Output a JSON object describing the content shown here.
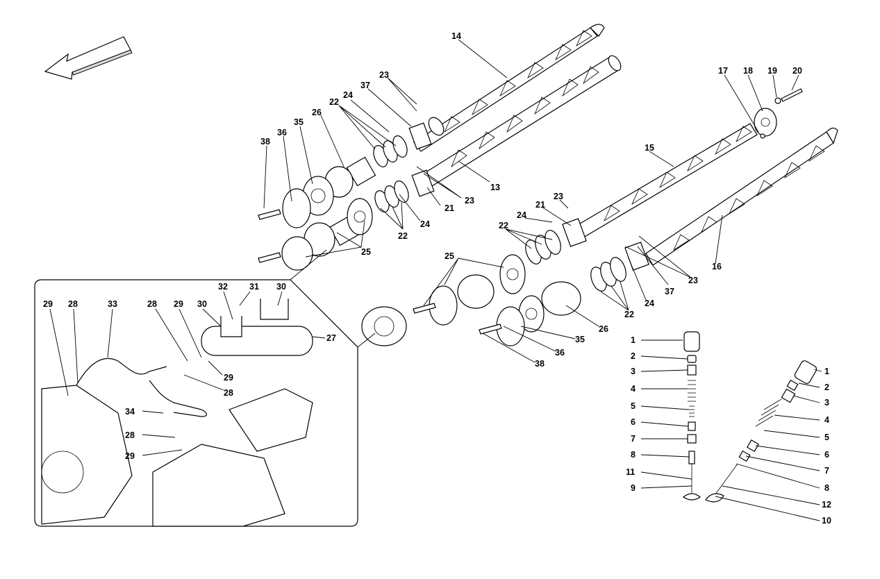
{
  "diagram": {
    "labels": [
      {
        "id": "l14",
        "text": "14"
      },
      {
        "id": "l23a",
        "text": "23"
      },
      {
        "id": "l37a",
        "text": "37"
      },
      {
        "id": "l24a",
        "text": "24"
      },
      {
        "id": "l22a",
        "text": "22"
      },
      {
        "id": "l26a",
        "text": "26"
      },
      {
        "id": "l35a",
        "text": "35"
      },
      {
        "id": "l36a",
        "text": "36"
      },
      {
        "id": "l38a",
        "text": "38"
      },
      {
        "id": "l13",
        "text": "13"
      },
      {
        "id": "l23b",
        "text": "23"
      },
      {
        "id": "l21a",
        "text": "21"
      },
      {
        "id": "l24b",
        "text": "24"
      },
      {
        "id": "l22b",
        "text": "22"
      },
      {
        "id": "l25a",
        "text": "25"
      },
      {
        "id": "l17",
        "text": "17"
      },
      {
        "id": "l18",
        "text": "18"
      },
      {
        "id": "l19",
        "text": "19"
      },
      {
        "id": "l20",
        "text": "20"
      },
      {
        "id": "l15",
        "text": "15"
      },
      {
        "id": "l23c",
        "text": "23"
      },
      {
        "id": "l21b",
        "text": "21"
      },
      {
        "id": "l24c",
        "text": "24"
      },
      {
        "id": "l22c",
        "text": "22"
      },
      {
        "id": "l25b",
        "text": "25"
      },
      {
        "id": "l16",
        "text": "16"
      },
      {
        "id": "l23d",
        "text": "23"
      },
      {
        "id": "l37b",
        "text": "37"
      },
      {
        "id": "l24d",
        "text": "24"
      },
      {
        "id": "l22d",
        "text": "22"
      },
      {
        "id": "l26b",
        "text": "26"
      },
      {
        "id": "l35b",
        "text": "35"
      },
      {
        "id": "l36b",
        "text": "36"
      },
      {
        "id": "l38b",
        "text": "38"
      },
      {
        "id": "l29a",
        "text": "29"
      },
      {
        "id": "l28a",
        "text": "28"
      },
      {
        "id": "l33",
        "text": "33"
      },
      {
        "id": "l28b",
        "text": "28"
      },
      {
        "id": "l29b",
        "text": "29"
      },
      {
        "id": "l30a",
        "text": "30"
      },
      {
        "id": "l32",
        "text": "32"
      },
      {
        "id": "l31",
        "text": "31"
      },
      {
        "id": "l30b",
        "text": "30"
      },
      {
        "id": "l27",
        "text": "27"
      },
      {
        "id": "l29c",
        "text": "29"
      },
      {
        "id": "l28c",
        "text": "28"
      },
      {
        "id": "l34",
        "text": "34"
      },
      {
        "id": "l28d",
        "text": "28"
      },
      {
        "id": "l29d",
        "text": "29"
      },
      {
        "id": "lv1",
        "text": "1"
      },
      {
        "id": "lv2",
        "text": "2"
      },
      {
        "id": "lv3",
        "text": "3"
      },
      {
        "id": "lv4",
        "text": "4"
      },
      {
        "id": "lv5",
        "text": "5"
      },
      {
        "id": "lv6",
        "text": "6"
      },
      {
        "id": "lv7",
        "text": "7"
      },
      {
        "id": "lv8",
        "text": "8"
      },
      {
        "id": "lv11",
        "text": "11"
      },
      {
        "id": "lv9",
        "text": "9"
      },
      {
        "id": "lr1",
        "text": "1"
      },
      {
        "id": "lr2",
        "text": "2"
      },
      {
        "id": "lr3",
        "text": "3"
      },
      {
        "id": "lr4",
        "text": "4"
      },
      {
        "id": "lr5",
        "text": "5"
      },
      {
        "id": "lr6",
        "text": "6"
      },
      {
        "id": "lr7",
        "text": "7"
      },
      {
        "id": "lr8",
        "text": "8"
      },
      {
        "id": "lr12",
        "text": "12"
      },
      {
        "id": "lr10",
        "text": "10"
      }
    ]
  }
}
